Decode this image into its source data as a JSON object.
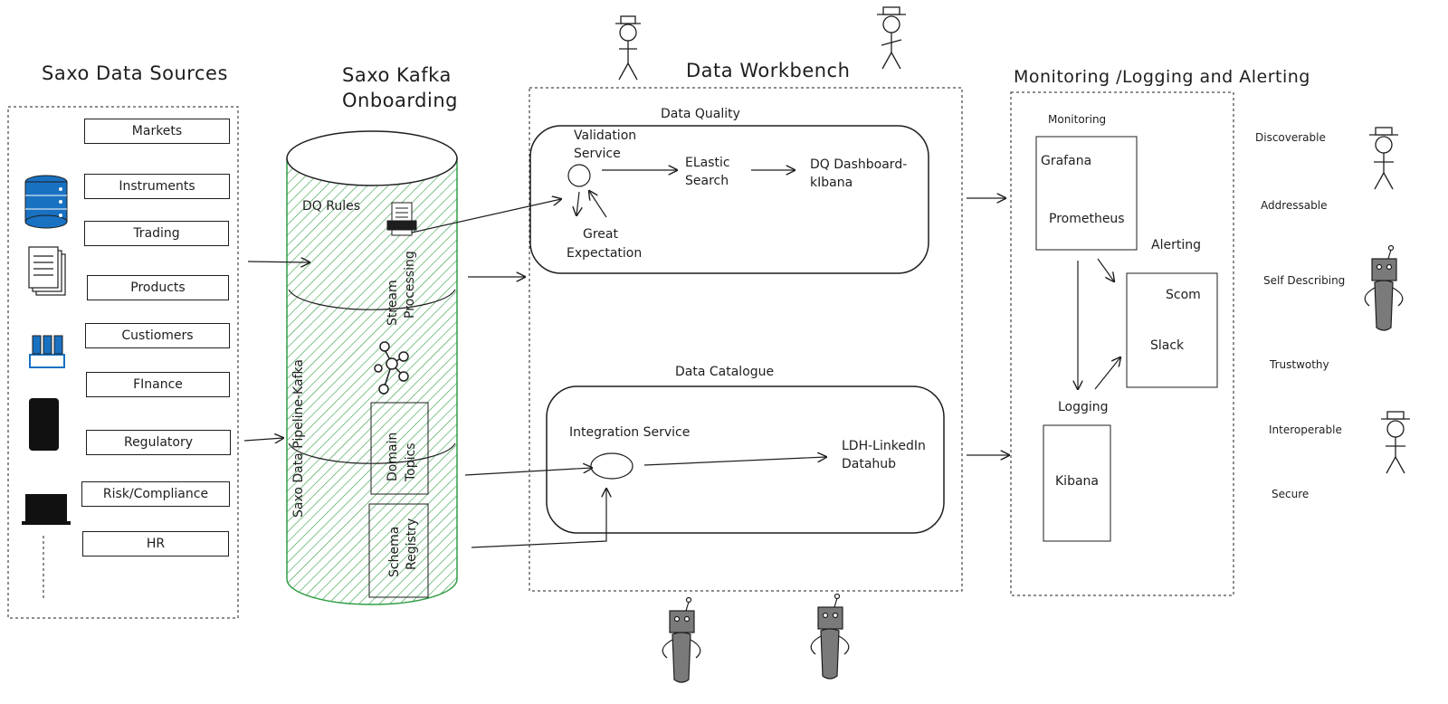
{
  "headings": {
    "sources": "Saxo Data Sources",
    "kafka_line1": "Saxo Kafka",
    "kafka_line2": "Onboarding",
    "workbench": "Data Workbench",
    "monitoring": "Monitoring /Logging and Alerting"
  },
  "sources": [
    "Markets",
    "Instruments",
    "Trading",
    "Products",
    "Custiomers",
    "FInance",
    "Regulatory",
    "Risk/Compliance",
    "HR"
  ],
  "kafka": {
    "dq_rules": "DQ Rules",
    "stream_processing_1": "Stream",
    "stream_processing_2": "Processing",
    "pipeline": "Saxo Data Pipeline-Kafka",
    "domain_topics_1": "Domain",
    "domain_topics_2": "Topics",
    "schema_registry_1": "Schema",
    "schema_registry_2": "Registry"
  },
  "data_quality": {
    "title": "Data Quality",
    "validation_1": "Validation",
    "validation_2": "Service",
    "elastic_1": "ELastic",
    "elastic_2": "Search",
    "dashboard_1": "DQ Dashboard-",
    "dashboard_2": "kIbana",
    "great_1": "Great",
    "great_2": "Expectation"
  },
  "data_catalogue": {
    "title": "Data Catalogue",
    "integration": "Integration Service",
    "ldh_1": "LDH-LinkedIn",
    "ldh_2": "Datahub"
  },
  "monitoring_panel": {
    "monitoring": "Monitoring",
    "grafana": "Grafana",
    "prometheus": "Prometheus",
    "alerting": "Alerting",
    "scom": "Scom",
    "slack": "Slack",
    "logging": "Logging",
    "kibana": "Kibana"
  },
  "principles": [
    "Discoverable",
    "Addressable",
    "Self Describing",
    "Trustwothy",
    "Interoperable",
    "Secure"
  ],
  "colors": {
    "ink": "#1e1e1e",
    "kafka_green": "#2f9e44",
    "db_blue": "#1971c2",
    "robot_gray": "#7a7a7a"
  },
  "icons": [
    "database-icon",
    "documents-icon",
    "server-rack-icon",
    "phone-icon",
    "laptop-icon",
    "document-printer-icon",
    "kafka-cluster-icon",
    "stick-figure-icon",
    "robot-icon"
  ]
}
